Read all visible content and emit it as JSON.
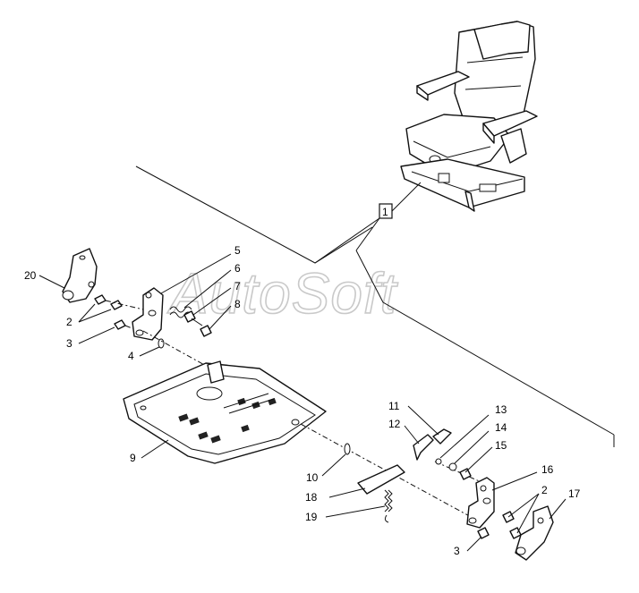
{
  "watermark": {
    "text": "AutoSoft"
  },
  "callouts": {
    "c1": "1",
    "c2a": "2",
    "c2b": "2",
    "c3a": "3",
    "c3b": "3",
    "c4": "4",
    "c5": "5",
    "c6": "6",
    "c7": "7",
    "c8": "8",
    "c9": "9",
    "c10": "10",
    "c11": "11",
    "c12": "12",
    "c13": "13",
    "c14": "14",
    "c15": "15",
    "c16": "16",
    "c17": "17",
    "c18": "18",
    "c19": "19",
    "c20": "20"
  },
  "colors": {
    "line": "#111111",
    "watermark": "#c9c9c9",
    "background": "#ffffff"
  }
}
